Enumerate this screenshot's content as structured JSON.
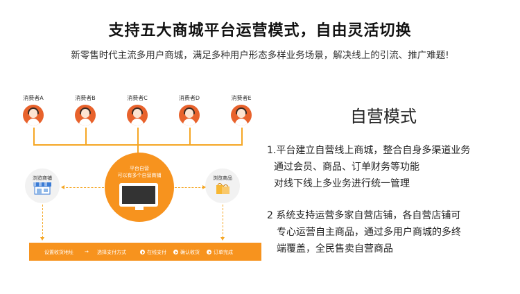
{
  "header": {
    "title": "支持五大商城平台运营模式，自由灵活切换",
    "subtitle": "新零售时代主流多用户商城，满足多种用户形态多样业务场景，解决线上的引流、推广难题!"
  },
  "diagram": {
    "consumers": [
      "消费者A",
      "消费者B",
      "消费者C",
      "消费者D",
      "消费者E"
    ],
    "platform_lines": [
      "平台自营",
      "可以有多个自营商铺"
    ],
    "browse_store": "浏览商铺",
    "browse_goods": "浏览商品",
    "flow": {
      "step1": "设置收货地址",
      "arrow": "→",
      "step2": "选择支付方式",
      "step3": "在线支付",
      "step4": "确认收货",
      "step5": "订单完成"
    },
    "colors": {
      "accent": "#f7931e",
      "avatar": "#e8622c",
      "node_bg": "#f2f2f2"
    }
  },
  "mode": {
    "title": "自营模式",
    "point1_line1": "1.平台建立自营线上商城，整合自身多渠道业务",
    "point1_line2": "通过会员、商品、订单财务等功能",
    "point1_line3": "对线下线上多业务进行统一管理",
    "point2_line1": "2 系统支持运营多家自营店铺，各自营店铺可",
    "point2_line2": "专心运营自主商品，通过多用户商城的多终",
    "point2_line3": "端覆盖，全民售卖自营商品"
  }
}
